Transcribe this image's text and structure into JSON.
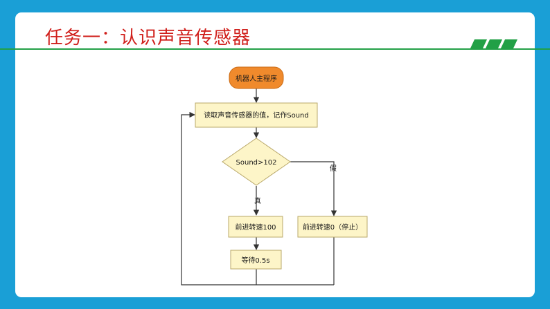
{
  "slide": {
    "title": "任务一：认识声音传感器"
  },
  "flowchart": {
    "start": "机器人主程序",
    "read": "读取声音传感器的值，记作Sound",
    "decision": "Sound>102",
    "true_label": "真",
    "false_label": "假",
    "forward": "前进转速100",
    "wait": "等待0.5s",
    "stop": "前进转速0（停止）"
  },
  "colors": {
    "background": "#1a9fd6",
    "title": "#d0201c",
    "accent": "#22a046",
    "start_fill": "#f08a2c",
    "box_fill": "#fdf5c8",
    "box_stroke": "#b9a86a"
  }
}
